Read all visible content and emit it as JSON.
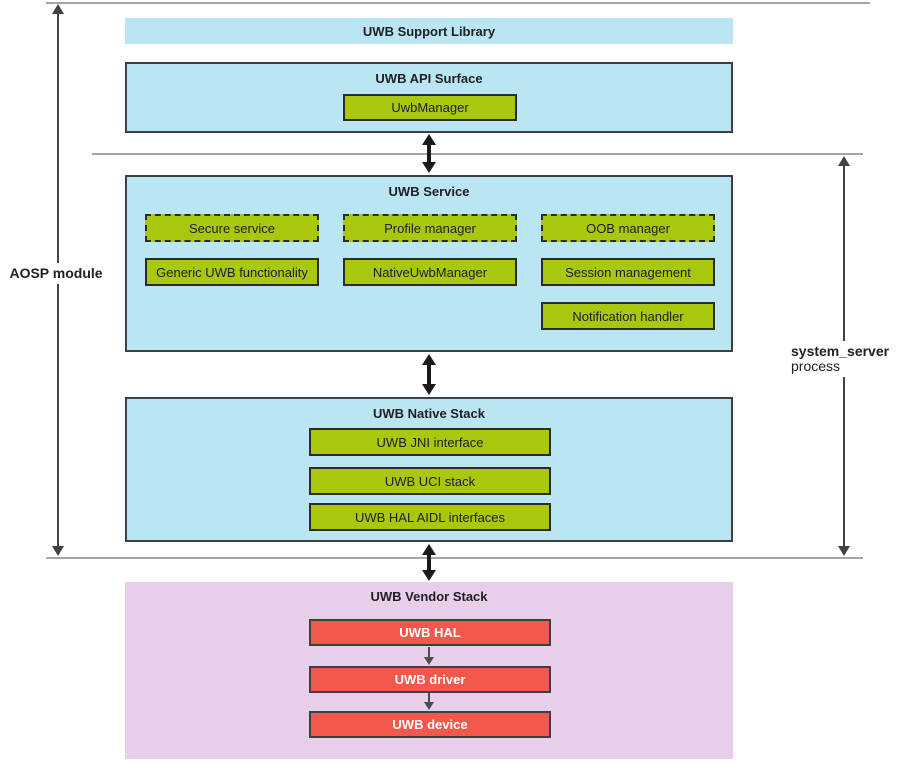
{
  "colors": {
    "cyan": "#B9E6F2",
    "green": "#A8C70D",
    "lavender": "#E7CFEA",
    "red": "#F4574C",
    "dark": "#2B2B2B",
    "line-gray": "#A5A5A5",
    "arrow-black": "#1A1A1A",
    "text-dark": "#202124",
    "text-white": "#FFFFFF"
  },
  "support_library": {
    "title": "UWB Support Library"
  },
  "api_surface": {
    "title": "UWB API Surface",
    "modules": [
      "UwbManager"
    ]
  },
  "service": {
    "title": "UWB Service",
    "dashed_modules": [
      "Secure service",
      "Profile manager",
      "OOB manager"
    ],
    "solid_modules": [
      "Generic UWB functionality",
      "NativeUwbManager",
      "Session management",
      "Notification handler"
    ]
  },
  "native_stack": {
    "title": "UWB Native Stack",
    "modules": [
      "UWB JNI interface",
      "UWB UCI stack",
      "UWB HAL AIDL interfaces"
    ]
  },
  "vendor_stack": {
    "title": "UWB Vendor Stack",
    "modules": [
      "UWB HAL",
      "UWB driver",
      "UWB device"
    ]
  },
  "annotations": {
    "left_bracket": "AOSP module",
    "right_bracket_line1": "system_server",
    "right_bracket_line2": "process"
  }
}
